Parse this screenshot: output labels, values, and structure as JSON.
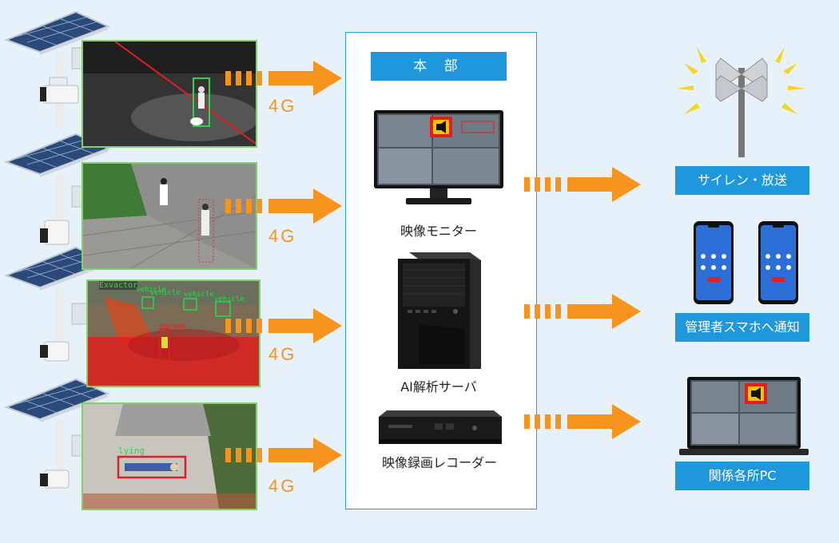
{
  "headquarters": {
    "title": "本 部"
  },
  "network_label": "4G",
  "hq_devices": [
    {
      "label": "映像モニター"
    },
    {
      "label": "AI解析サーバ"
    },
    {
      "label": "映像録画レコーダー"
    }
  ],
  "outputs": [
    {
      "label": "サイレン・放送"
    },
    {
      "label": "管理者スマホへ通知"
    },
    {
      "label": "関係各所PC"
    }
  ],
  "feed_tags": {
    "feed3_a": "Exvactor",
    "feed3_b": "vehicle",
    "feed3_c": "vehicle",
    "feed3_d": "vehicle",
    "feed3_e": "vehicle",
    "feed3_f": "person",
    "feed4_a": "lying"
  },
  "colors": {
    "arrow": "#f7941d",
    "accent": "#1e97dd",
    "detect_green": "#2bd64a",
    "detect_red": "#e02020"
  }
}
